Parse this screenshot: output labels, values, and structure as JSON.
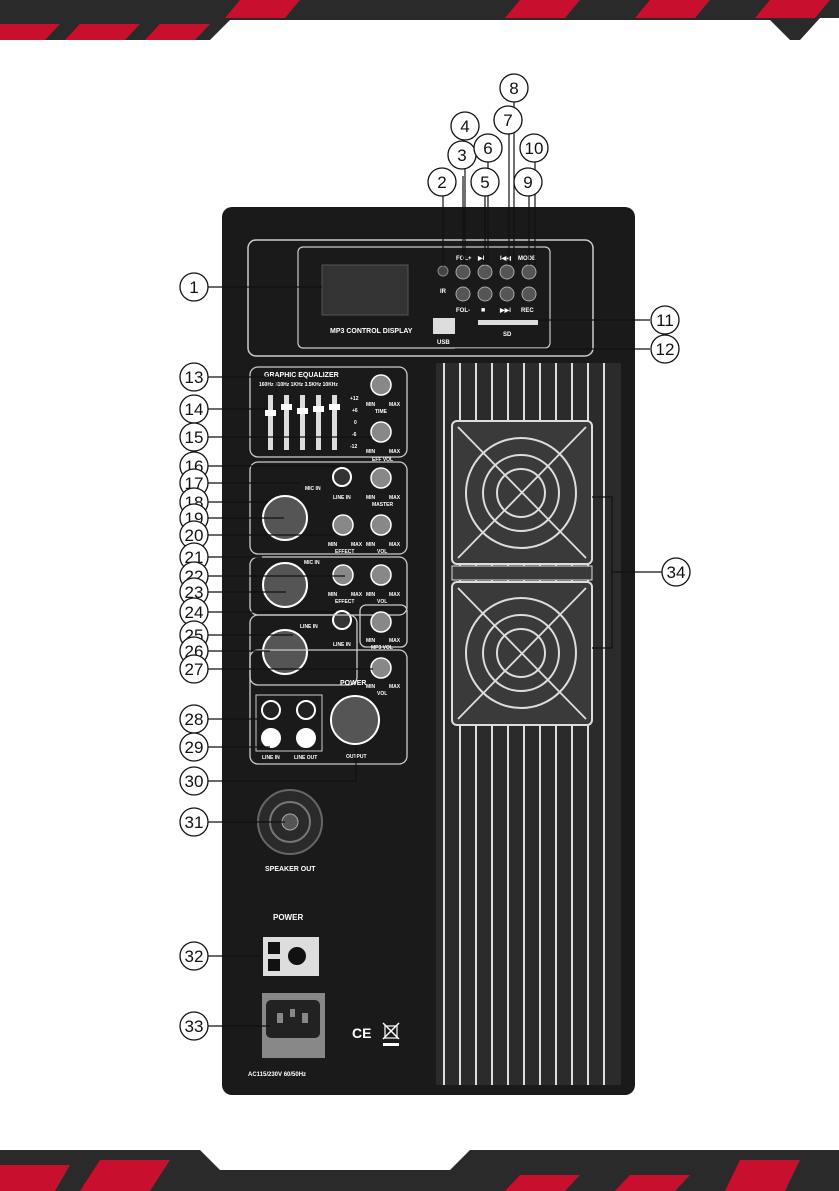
{
  "panel": {
    "mp3_display_label": "MP3 CONTROL DISPLAY",
    "ir_label": "IR",
    "fol_plus_label": "FOL+",
    "fol_minus_label": "FOL-",
    "play_pause_label": "▶II",
    "stop_label": "■",
    "prev_label": "I◀◀",
    "next_label": "▶▶I",
    "mode_label": "MODE",
    "rec_label": "REC",
    "usb_label": "USB",
    "sd_label": "SD",
    "eq_title": "GRAPHIC EQUALIZER",
    "eq_freqs": "160Hz  310Hz  1KHz  3.5KHz  10KHz",
    "eq_scale": [
      "+12",
      "+6",
      "0",
      "-6",
      "-12"
    ],
    "min": "MIN",
    "max": "MAX",
    "time_label": "TIME",
    "eff_vol_label": "EFF VOL",
    "master_label": "MASTER",
    "mic_in_label": "MIC IN",
    "line_in_label": "LINE IN",
    "line_out_label": "LINE OUT",
    "effect_label": "EFFECT",
    "vol_label": "VOL",
    "mp3_vol_label": "MP3 VOL",
    "power_label": "POWER",
    "output_label": "OUTPUT",
    "speaker_out_label": "SPEAKER OUT",
    "power_switch_label": "POWER",
    "ac_label": "AC115/230V 60/50Hz",
    "ce_label": "CE"
  },
  "callouts": [
    "1",
    "2",
    "3",
    "4",
    "5",
    "6",
    "7",
    "8",
    "9",
    "10",
    "11",
    "12",
    "13",
    "14",
    "15",
    "16",
    "17",
    "18",
    "19",
    "20",
    "21",
    "22",
    "23",
    "24",
    "25",
    "26",
    "27",
    "28",
    "29",
    "30",
    "31",
    "32",
    "33",
    "34"
  ]
}
